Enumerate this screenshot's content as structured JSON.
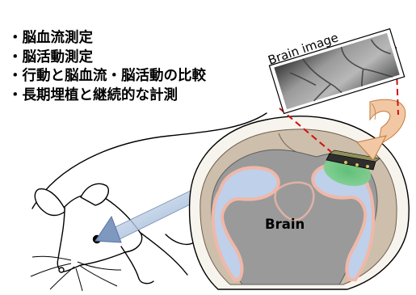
{
  "bullets": [
    "・脳血流測定",
    "・脳活動測定",
    "・行動と脳血流・脳活動の比較",
    "・長期埋植と継続的な計測"
  ],
  "labels": {
    "brain_image": "Brain image",
    "brain": "Brain"
  },
  "colors": {
    "arrow_fill": "#f2c8a4",
    "arrow_stroke": "#c07a3c",
    "pointer_arrow": "#8fa9c9",
    "dashed_line": "#cc1111",
    "measure_area": "#62c07c",
    "brain_tissue": "#cdbfab",
    "white_matter": "#9a9a9a",
    "ventricle": "#bfd0ea",
    "ventricle_border": "#f0b8a8",
    "skull": "#f7f4ee"
  }
}
